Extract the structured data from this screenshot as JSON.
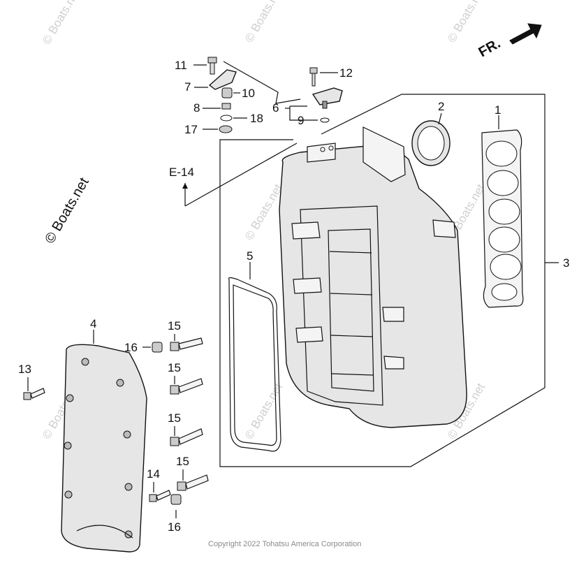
{
  "callouts": {
    "c1": "1",
    "c2": "2",
    "c3": "3",
    "c4": "4",
    "c5": "5",
    "c6": "6",
    "c7": "7",
    "c8": "8",
    "c9": "9",
    "c10": "10",
    "c11": "11",
    "c12": "12",
    "c13": "13",
    "c14": "14",
    "c15a": "15",
    "c15b": "15",
    "c15c": "15",
    "c15d": "15",
    "c16a": "16",
    "c16b": "16",
    "c17": "17",
    "c18": "18"
  },
  "reference": "E-14",
  "front_marker": "FR.",
  "watermark": "© Boats.net",
  "copyright": "Copyright 2022 Tohatsu America Corporation"
}
